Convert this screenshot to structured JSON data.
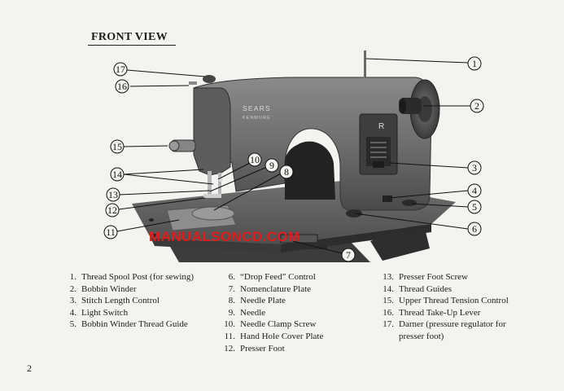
{
  "page": {
    "title": "FRONT VIEW",
    "page_number": "2",
    "watermark": "MANUALSONCD.COM"
  },
  "figure": {
    "brand_top": "SEARS",
    "brand_bottom": "KENMORE",
    "control_letter": "R",
    "callouts": [
      "1",
      "2",
      "3",
      "4",
      "5",
      "6",
      "7",
      "8",
      "9",
      "10",
      "11",
      "12",
      "13",
      "14",
      "15",
      "16",
      "17"
    ]
  },
  "legend": {
    "col1": [
      {
        "num": "1.",
        "label": "Thread Spool Post (for sewing)"
      },
      {
        "num": "2.",
        "label": "Bobbin Winder"
      },
      {
        "num": "3.",
        "label": "Stitch Length Control"
      },
      {
        "num": "4.",
        "label": "Light Switch"
      },
      {
        "num": "5.",
        "label": "Bobbin Winder Thread Guide"
      }
    ],
    "col2": [
      {
        "num": "6.",
        "label": "“Drop Feed” Control"
      },
      {
        "num": "7.",
        "label": "Nomenclature Plate"
      },
      {
        "num": "8.",
        "label": "Needle Plate"
      },
      {
        "num": "9.",
        "label": "Needle"
      },
      {
        "num": "10.",
        "label": "Needle Clamp Screw"
      },
      {
        "num": "11.",
        "label": "Hand Hole Cover Plate"
      },
      {
        "num": "12.",
        "label": "Presser Foot"
      }
    ],
    "col3": [
      {
        "num": "13.",
        "label": "Presser Foot Screw"
      },
      {
        "num": "14.",
        "label": "Thread Guides"
      },
      {
        "num": "15.",
        "label": "Upper Thread Tension Control"
      },
      {
        "num": "16.",
        "label": "Thread Take-Up Lever"
      },
      {
        "num": "17.",
        "label": "Darner (pressure regulator for presser foot)"
      }
    ]
  }
}
